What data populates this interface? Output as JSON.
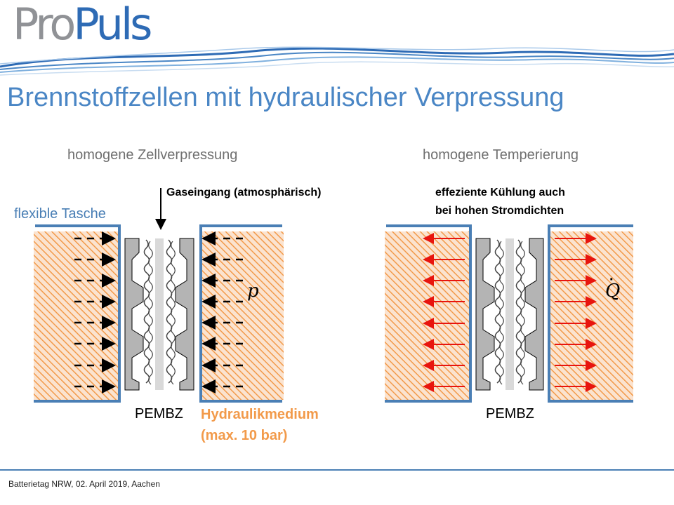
{
  "logo": {
    "part1": "Pro",
    "part2": "Puls"
  },
  "title": "Brennstoffzellen mit hydraulischer Verpressung",
  "left": {
    "subtitle": "homogene Zellverpressung",
    "gas_label": "Gaseingang  (atmosphärisch)",
    "bag_label": "flexible Tasche",
    "cell_label": "PEMBZ",
    "medium_line1": "Hydraulikmedium",
    "medium_line2": "(max. 10 bar)",
    "symbol": "p"
  },
  "right": {
    "subtitle": "homogene Temperierung",
    "note_line1": "effeziente Kühlung  auch",
    "note_line2": "bei hohen  Stromdichten",
    "cell_label": "PEMBZ",
    "symbol": "Q"
  },
  "footer": "Batterietag NRW, 02.  April 2019,  Aachen",
  "colors": {
    "brand_blue": "#4a86c5",
    "frame_blue": "#4a7fb5",
    "hatch_orange": "#f29a4a",
    "arrow_red": "#e8150e",
    "plate_gray": "#b4b4b4"
  }
}
